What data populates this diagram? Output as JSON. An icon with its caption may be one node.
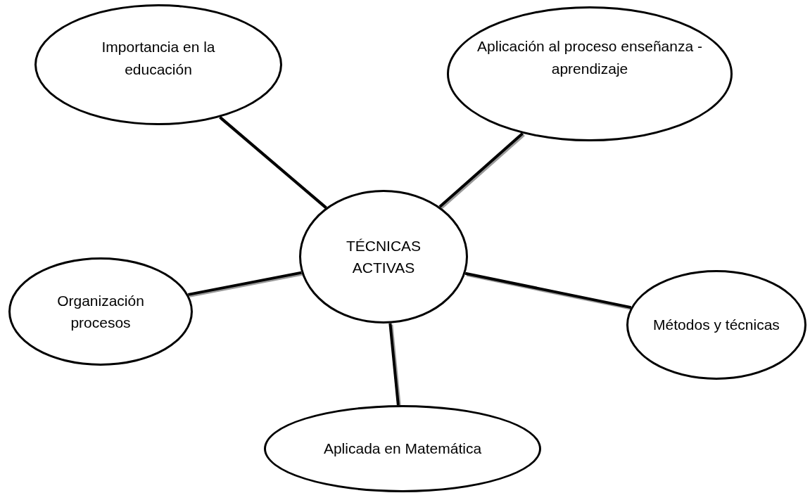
{
  "diagram": {
    "nodes": [
      {
        "text": [
          "TÉCNICAS ACTIVAS"
        ]
      },
      {
        "text": [
          "Importancia en la educación"
        ]
      },
      {
        "text": [
          "Aplicación al proceso enseñanza - aprendizaje"
        ]
      },
      {
        "text": [
          "Organización procesos"
        ]
      },
      {
        "text": [
          "Métodos y técnicas"
        ]
      },
      {
        "text": [
          "Aplicada en Matemática"
        ]
      }
    ],
    "edges": [
      {
        "from": 0,
        "to": 1,
        "arrow": "none"
      },
      {
        "from": 0,
        "to": 2,
        "arrow": "none"
      },
      {
        "from": 0,
        "to": 3,
        "arrow": "none"
      },
      {
        "from": 0,
        "to": 4,
        "arrow": "none"
      },
      {
        "from": 0,
        "to": 5,
        "arrow": "none"
      }
    ]
  }
}
